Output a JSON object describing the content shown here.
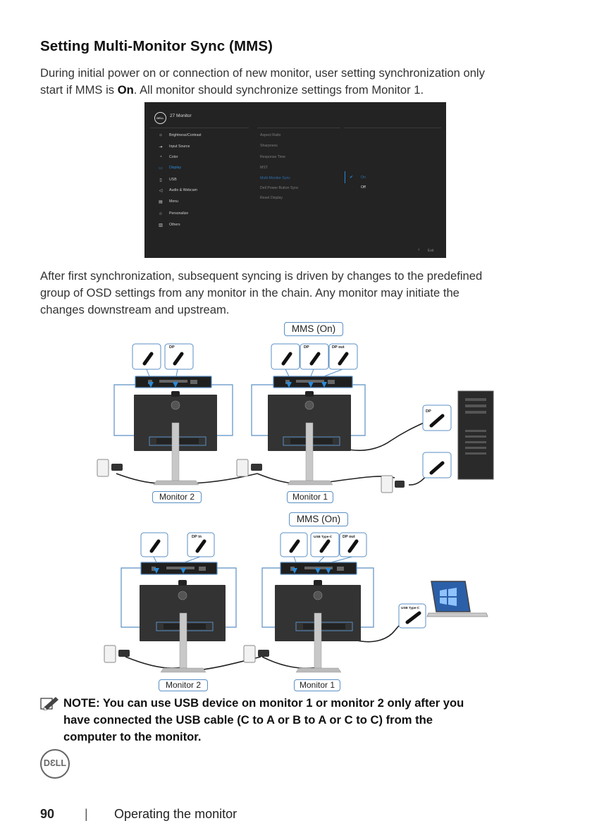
{
  "heading": "Setting Multi-Monitor Sync (MMS)",
  "intro": {
    "line1": "During initial power on or connection of new monitor, user setting synchronization only",
    "line2_pre": "start if MMS is ",
    "line2_bold": "On",
    "line2_post": ". All monitor should synchronize settings from Monitor 1."
  },
  "osd": {
    "logo": "DELL",
    "title": "27 Monitor",
    "menu": [
      {
        "label": "Brightness/Contrast",
        "icon": "sun-icon"
      },
      {
        "label": "Input Source",
        "icon": "input-icon"
      },
      {
        "label": "Color",
        "icon": "palette-icon"
      },
      {
        "label": "Display",
        "icon": "display-icon",
        "selected": true
      },
      {
        "label": "USB",
        "icon": "usb-icon"
      },
      {
        "label": "Audio & Webcam",
        "icon": "speaker-icon"
      },
      {
        "label": "Menu",
        "icon": "menu-icon"
      },
      {
        "label": "Personalize",
        "icon": "star-icon"
      },
      {
        "label": "Others",
        "icon": "others-icon"
      }
    ],
    "submenu": [
      {
        "label": "Aspect Ratio"
      },
      {
        "label": "Sharpness"
      },
      {
        "label": "Response Time"
      },
      {
        "label": "MST"
      },
      {
        "label": "Multi-Monitor Sync",
        "selected": true
      },
      {
        "label": "Dell Power Button Sync"
      },
      {
        "label": "Reset Display"
      }
    ],
    "options": [
      "On",
      "Off"
    ],
    "selected_option": "On",
    "exit_label": "Exit"
  },
  "para2": {
    "line1": "After first synchronization, subsequent syncing is driven by changes to the predefined",
    "line2": "group of OSD settings from any monitor in the chain. Any monitor may initiate the",
    "line3": "changes downstream and upstream."
  },
  "diagram1": {
    "mms_label": "MMS (On)",
    "monitor2_label": "Monitor 2",
    "monitor1_label": "Monitor 1",
    "port_dp": "DP",
    "port_dp_out": "DP out",
    "pc_port": "DP"
  },
  "diagram2": {
    "mms_label": "MMS (On)",
    "monitor2_label": "Monitor 2",
    "monitor1_label": "Monitor 1",
    "port_dp_in": "DP in",
    "port_usbc": "USB Type-C",
    "port_dp_out": "DP out",
    "laptop_port": "USB Type-C"
  },
  "note": {
    "line1": "NOTE: You can use USB device on monitor 1 or monitor 2 only after you",
    "line2": "have connected the USB cable (C to A or B to A or C to C) from the",
    "line3": "computer to the monitor."
  },
  "brand_badge": "DƐLL",
  "footer": {
    "page_number": "90",
    "separator": "|",
    "section": "Operating the monitor"
  },
  "colors": {
    "accent_blue": "#2a8ad8",
    "label_border": "#5a8fc4",
    "osd_bg": "#232323"
  }
}
